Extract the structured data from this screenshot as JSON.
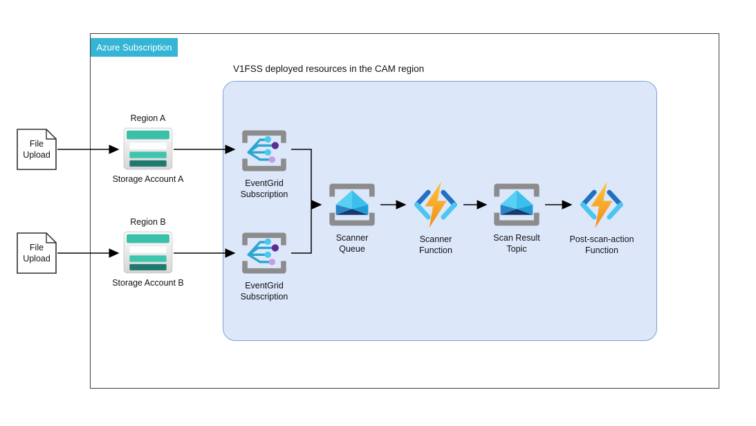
{
  "diagram": {
    "subscription": {
      "label": "Azure Subscription"
    },
    "region_box": {
      "title": "V1FSS deployed resources in the CAM region"
    },
    "nodes": {
      "file_upload_a": {
        "label": "File\nUpload",
        "icon": "document-icon"
      },
      "file_upload_b": {
        "label": "File\nUpload",
        "icon": "document-icon"
      },
      "region_a": {
        "label": "Region A"
      },
      "region_b": {
        "label": "Region B"
      },
      "storage_a": {
        "label": "Storage Account A",
        "icon": "storage-account-icon"
      },
      "storage_b": {
        "label": "Storage Account B",
        "icon": "storage-account-icon"
      },
      "eventgrid_a": {
        "label": "EventGrid\nSubscription",
        "icon": "eventgrid-subscription-icon"
      },
      "eventgrid_b": {
        "label": "EventGrid\nSubscription",
        "icon": "eventgrid-subscription-icon"
      },
      "scanner_queue": {
        "label": "Scanner\nQueue",
        "icon": "queue-envelope-icon"
      },
      "scanner_function": {
        "label": "Scanner\nFunction",
        "icon": "function-bolt-icon"
      },
      "scan_result_topic": {
        "label": "Scan Result\nTopic",
        "icon": "topic-envelope-icon"
      },
      "post_scan_action_function": {
        "label": "Post-scan-action\nFunction",
        "icon": "function-bolt-icon"
      }
    },
    "colors": {
      "badge_bg": "#35b5d6",
      "region_fill": "#dce7fa",
      "region_border": "#7e9fd6",
      "storage_teal": "#3ac0a9",
      "storage_teal_dark": "#20796d",
      "bracket_gray": "#8c8c8c",
      "eventgrid_line": "#2aa6cf",
      "dot_cyan": "#4ac9ef",
      "dot_purple": "#5b2f91",
      "dot_lavender": "#c79ce2",
      "envelope_light": "#58d0f3",
      "envelope_dark": "#16396b",
      "bolt_orange": "#f6951d",
      "bracket_blue_dark": "#2270c2",
      "bracket_blue_light": "#4cc6f0"
    }
  }
}
